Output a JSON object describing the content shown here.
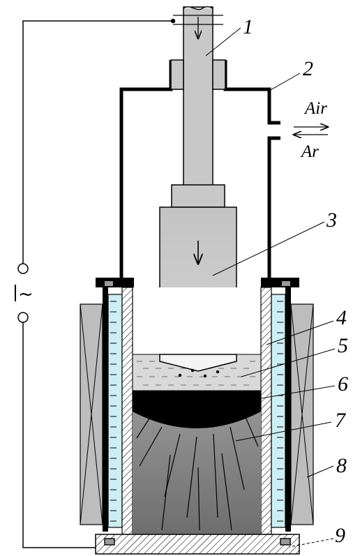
{
  "labels": {
    "n1": "1",
    "n2": "2",
    "n3": "3",
    "n4": "4",
    "n5": "5",
    "n6": "6",
    "n7": "7",
    "n8": "8",
    "n9": "9"
  },
  "gas": {
    "air": "Air",
    "ar": "Ar"
  },
  "power_source": {
    "symbol": "~"
  },
  "colors": {
    "electrode": "#c8c8c8",
    "slag": "#d9d9d9",
    "metal_pool": "#000000",
    "ingot": "#8a8a8a",
    "mould_water": "#cdeef2",
    "coil": "#bdbdbd"
  }
}
